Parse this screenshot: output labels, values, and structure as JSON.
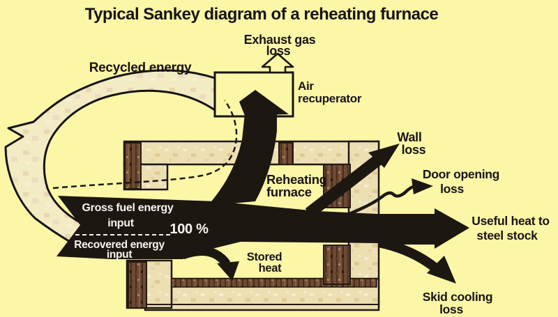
{
  "diagram": {
    "title": "Typical Sankey diagram of a reheating furnace",
    "labels": {
      "recycled_energy": "Recycled energy",
      "exhaust_gas_loss": [
        "Exhaust gas",
        "loss"
      ],
      "air_recuperator": [
        "Air",
        "recuperator"
      ],
      "wall_loss": [
        "Wall",
        "loss"
      ],
      "reheating_furnace": [
        "Reheating",
        "furnace"
      ],
      "door_opening_loss": [
        "Door opening",
        "loss"
      ],
      "useful_heat": [
        "Useful heat to",
        "steel stock"
      ],
      "skid_cooling_loss": [
        "Skid cooling",
        "loss"
      ],
      "stored_heat": [
        "Stored",
        "heat"
      ],
      "gross_fuel_input": [
        "Gross fuel energy",
        "input"
      ],
      "recovered_input": [
        "Recovered energy",
        "input"
      ],
      "percent": "100 %"
    }
  },
  "sankey": {
    "type": "sankey",
    "process": "Reheating furnace",
    "total_input": "100 %",
    "inputs": [
      "Gross fuel energy input",
      "Recovered energy input"
    ],
    "outputs": [
      "Exhaust gas loss",
      "Wall loss",
      "Door opening loss",
      "Useful heat to steel stock",
      "Skid cooling loss",
      "Stored heat"
    ],
    "recycle_loop": [
      "Air recuperator",
      "Recycled energy"
    ]
  },
  "colors": {
    "background": "#fbf7a6",
    "arrow_ink": "#1d1712",
    "label_text": "#191318",
    "recycled_band": "#f2ebc4",
    "furnace_tan": "#ecdfb2",
    "brick_wood": "#6e4a33",
    "arrow_label_text": "#f7f4ea"
  }
}
